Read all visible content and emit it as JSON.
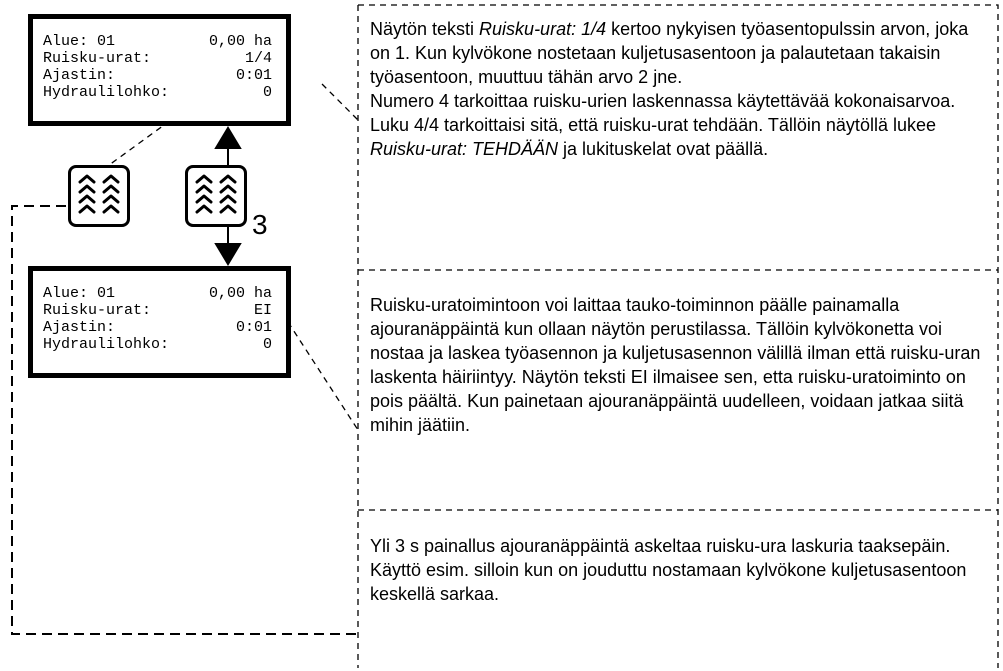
{
  "screen_top": {
    "row1_label": "Alue: 01",
    "row1_value": "0,00 ha",
    "row2_label": "Ruisku-urat:",
    "row2_value": "1/4",
    "row3_label": "Ajastin:",
    "row3_value": "0:01",
    "row4_label": "Hydraulilohko:",
    "row4_value": "0"
  },
  "screen_bottom": {
    "row1_label": "Alue: 01",
    "row1_value": "0,00 ha",
    "row2_label": "Ruisku-urat:",
    "row2_value": "EI",
    "row3_label": "Ajastin:",
    "row3_value": "0:01",
    "row4_label": "Hydraulilohko:",
    "row4_value": "0"
  },
  "key_right_suffix": "3",
  "text_block1": {
    "part1": "Näytön teksti ",
    "part2_italic": "Ruisku-urat: 1/4",
    "part3": " kertoo nykyisen työasentopulssin arvon, joka on 1. Kun kylvökone nostetaan kuljetusasentoon ja palautetaan takaisin työasentoon, muuttuu tähän arvo 2 jne.",
    "part4": "Numero 4 tarkoittaa ruisku-urien laskennassa käytettävää kokonaisarvoa. Luku 4/4 tarkoittaisi sitä, että ruisku-urat tehdään. Tällöin näytöllä lukee ",
    "part5_italic": "Ruisku-urat: TEHDÄÄN",
    "part6": " ja lukituskelat ovat päällä."
  },
  "text_block2": "Ruisku-uratoimintoon voi laittaa tauko-toiminnon päälle painamalla ajouranäppäintä kun ollaan näytön perustilassa. Tällöin kylvökonetta voi nostaa ja laskea työasennon ja kuljetusasennon välillä ilman että ruisku-uran laskenta häiriintyy. Näytön teksti EI ilmaisee sen, etta ruisku-uratoiminto on pois päältä. Kun painetaan ajouranäppäintä uudelleen, voidaan jatkaa siitä mihin jäätiin.",
  "text_block3": "Yli 3 s painallus ajouranäppäintä askeltaa ruisku-ura laskuria taaksepäin.  Käyttö esim. silloin kun on jouduttu nostamaan kylvökone kuljetusasentoon keskellä sarkaa.",
  "icons": [
    "tramline-key-icon",
    "arrow-up-icon",
    "arrow-down-icon"
  ]
}
